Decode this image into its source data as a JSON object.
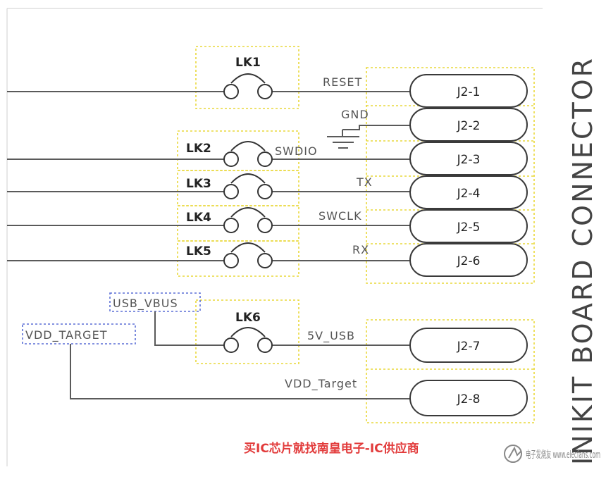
{
  "connector_title": "INIKIT BOARD CONNECTOR",
  "links": [
    {
      "id": "lk1",
      "label": "LK1"
    },
    {
      "id": "lk2",
      "label": "LK2"
    },
    {
      "id": "lk3",
      "label": "LK3"
    },
    {
      "id": "lk4",
      "label": "LK4"
    },
    {
      "id": "lk5",
      "label": "LK5"
    },
    {
      "id": "lk6",
      "label": "LK6"
    }
  ],
  "signals": {
    "reset": "RESET",
    "gnd": "GND",
    "swdio": "SWDIO",
    "tx": "TX",
    "swclk": "SWCLK",
    "rx": "RX",
    "usb5v": "5V_USB",
    "vdd_target": "VDD_Target"
  },
  "pins": [
    "J2-1",
    "J2-2",
    "J2-3",
    "J2-4",
    "J2-5",
    "J2-6",
    "J2-7",
    "J2-8"
  ],
  "net_labels": {
    "usb_vbus": "USB_VBUS",
    "vdd_target": "VDD_TARGET"
  },
  "watermark": {
    "text": "买IC芯片就找南皇电子-IC供应商",
    "color": "#e23b3b",
    "site_logo": "电子发烧友 www.elecfans.com"
  }
}
